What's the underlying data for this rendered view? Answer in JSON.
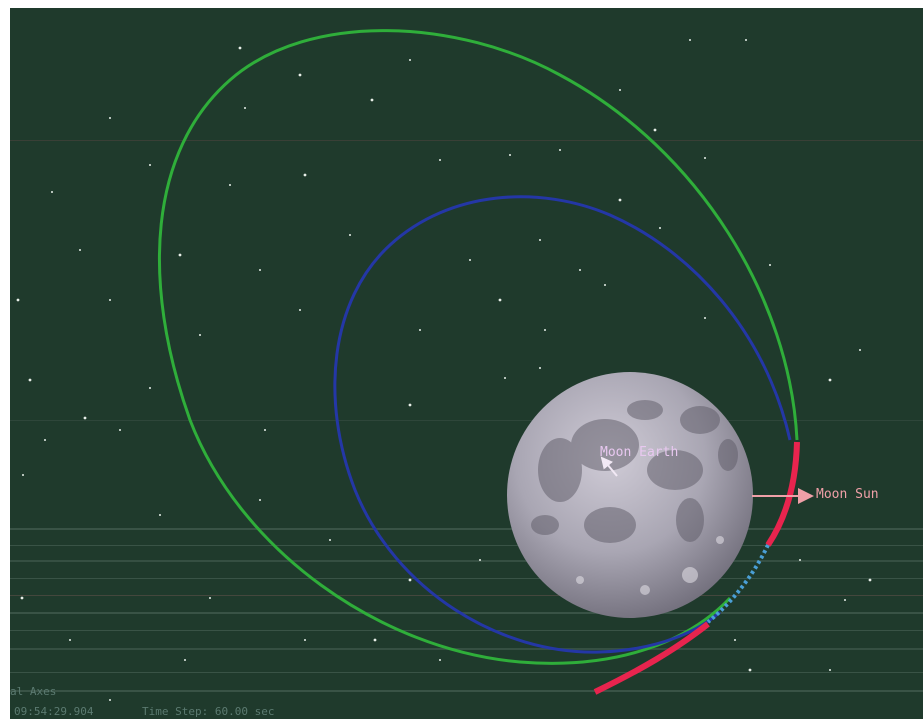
{
  "vectors": [
    {
      "label": "Moon Earth",
      "color": "#e8c8f0"
    },
    {
      "label": "Moon Sun",
      "color": "#f0a0a8"
    }
  ],
  "status_bar": {
    "axes_label": "al Axes",
    "time_text": "09:54:29.904",
    "time_step_text": "Time Step: 60.00 sec"
  },
  "colors": {
    "space_background": "#1f3a2c",
    "outer_orbit": "#2fae3a",
    "inner_orbit": "#2437a6",
    "trajectory_highlight": "#e8244e",
    "dashed_segment": "#4a9fd6"
  }
}
